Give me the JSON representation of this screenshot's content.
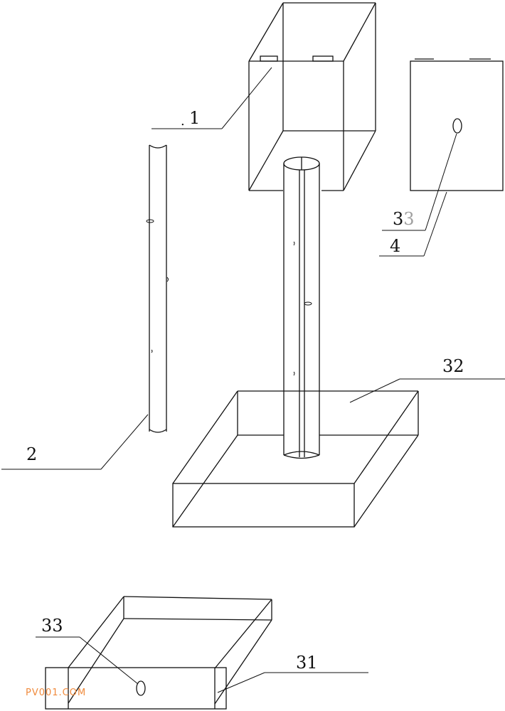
{
  "labels": {
    "l1": "1",
    "l1_prefix": ".",
    "l2": "2",
    "l4": "4",
    "l33_top_a": "3",
    "l33_top_b": "3",
    "l32": "32",
    "l33_bottom": "33",
    "l31": "31"
  },
  "watermark": "PV001.COM",
  "colors": {
    "stroke": "#111111",
    "watermark": "#f08a3c",
    "faded_digit": "#a0a0a0"
  }
}
